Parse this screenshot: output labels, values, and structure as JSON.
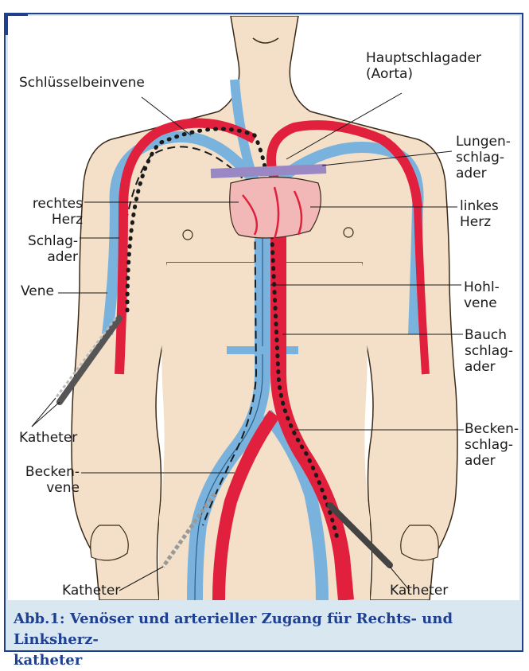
{
  "labels": {
    "schluesselbeinvene": "Schlüsselbeinvene",
    "hauptschlagader": "Hauptschlagader\n(Aorta)",
    "lungenschlagader": "Lungen-\nschlag-\nader",
    "rechtes_herz": "rechtes\nHerz",
    "linkes_herz": "linkes\nHerz",
    "schlagader": "Schlag-\nader",
    "vene": "Vene",
    "hohlvene": "Hohl-\nvene",
    "bauchschlagader": "Bauch\nschlag-\nader",
    "katheter_left": "Katheter",
    "beckenschlagader": "Becken-\nschlag-\nader",
    "beckenvene": "Becken-\nvene",
    "katheter_bottom_left": "Katheter",
    "katheter_bottom_right": "Katheter"
  },
  "caption": {
    "line1": "Abb.1: Venöser und arterieller Zugang für Rechts- und Linksherz-",
    "line2": "katheter"
  },
  "colors": {
    "skin": "#f4e0c8",
    "vein": "#79b3dd",
    "artery": "#e0203c",
    "heart": "#f2b8b8",
    "pulmonary": "#9a88c4",
    "accent": "#1f3f8f",
    "background_tint": "#d9e7f1"
  }
}
